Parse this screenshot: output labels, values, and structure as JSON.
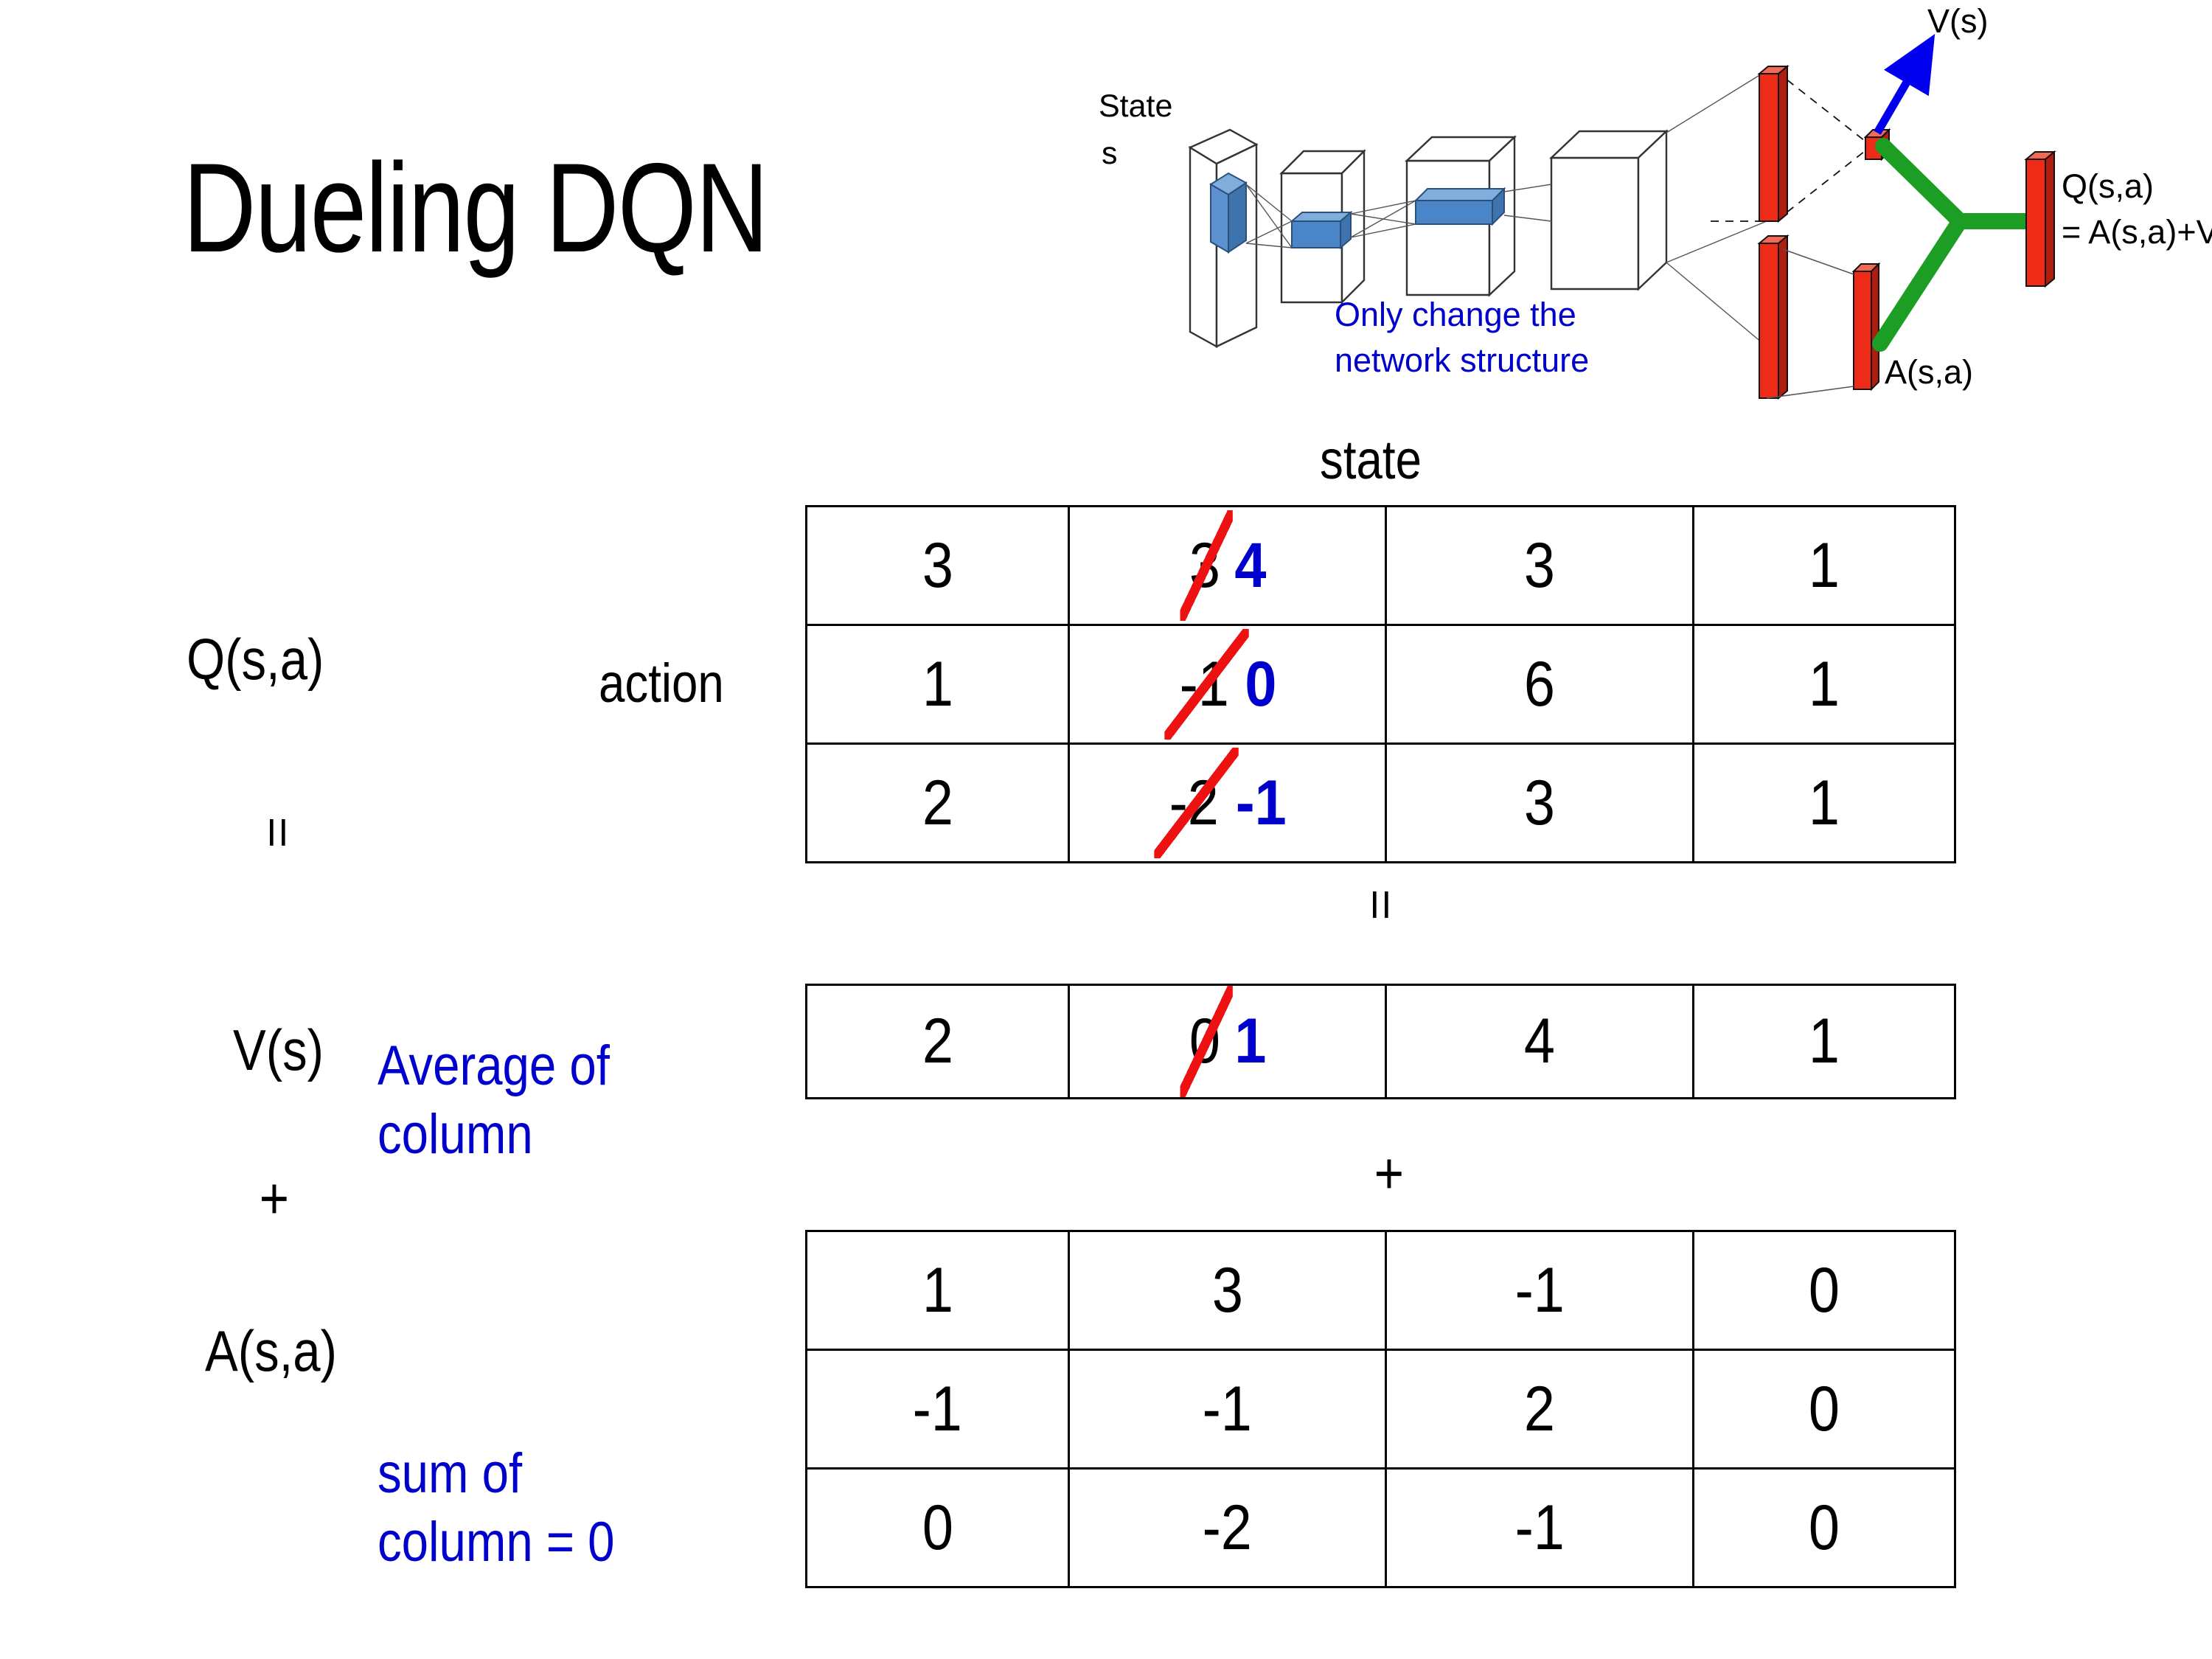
{
  "title": "Dueling DQN",
  "diagram": {
    "state_label_line1": "State",
    "state_label_line2": "s",
    "note_line1": "Only change the",
    "note_line2": "network structure",
    "value_label": "V(s)",
    "advantage_label": "A(s,a)",
    "q_label_line1": "Q(s,a)",
    "q_label_line2": "= A(s,a)+V(s)",
    "colors": {
      "note_blue": "#0000CC",
      "arrow_blue": "#0000EE",
      "bar_red": "#EE2B16",
      "link_green": "#1B9E23",
      "feature_blue": "#4A86C8"
    }
  },
  "labels": {
    "state": "state",
    "action": "action",
    "q_of_sa": "Q(s,a)",
    "v_of_s": "V(s)",
    "a_of_sa": "A(s,a)",
    "equals_1": "=",
    "equals_2": "=",
    "plus_1": "+",
    "plus_2": "+",
    "avg_note_line1": "Average of",
    "avg_note_line2": "column",
    "sum_note_line1": "sum of",
    "sum_note_line2": "column = 0"
  },
  "colors": {
    "annotation_blue": "#0000CC",
    "strike_red": "#EE1111",
    "text_black": "#000000",
    "table_border": "#000000"
  },
  "tables": {
    "q": {
      "name": "Q(s,a)",
      "rows": [
        [
          {
            "value": "3"
          },
          {
            "value": "3",
            "corrected_to": "4"
          },
          {
            "value": "3"
          },
          {
            "value": "1"
          }
        ],
        [
          {
            "value": "1"
          },
          {
            "value": "-1",
            "corrected_to": "0"
          },
          {
            "value": "6"
          },
          {
            "value": "1"
          }
        ],
        [
          {
            "value": "2"
          },
          {
            "value": "-2",
            "corrected_to": "-1"
          },
          {
            "value": "3"
          },
          {
            "value": "1"
          }
        ]
      ]
    },
    "v": {
      "name": "V(s)",
      "rows": [
        [
          {
            "value": "2"
          },
          {
            "value": "0",
            "corrected_to": "1"
          },
          {
            "value": "4"
          },
          {
            "value": "1"
          }
        ]
      ]
    },
    "a": {
      "name": "A(s,a)",
      "rows": [
        [
          {
            "value": "1"
          },
          {
            "value": "3"
          },
          {
            "value": "-1"
          },
          {
            "value": "0"
          }
        ],
        [
          {
            "value": "-1"
          },
          {
            "value": "-1"
          },
          {
            "value": "2"
          },
          {
            "value": "0"
          }
        ],
        [
          {
            "value": "0"
          },
          {
            "value": "-2"
          },
          {
            "value": "-1"
          },
          {
            "value": "0"
          }
        ]
      ]
    }
  }
}
